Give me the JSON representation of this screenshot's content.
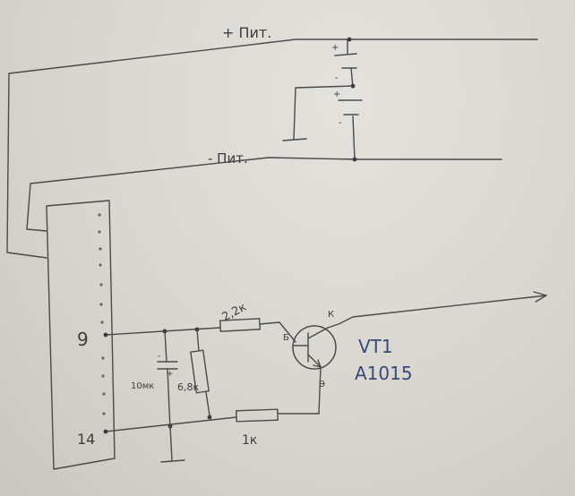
{
  "diagram": {
    "labels": {
      "plus_supply": "+ Пит.",
      "minus_supply": "- Пит.",
      "pin_9": "9",
      "pin_14": "14",
      "r_base": "2,2к",
      "r_div": "6,8к",
      "r_low": "1к",
      "cap": "10мк",
      "transistor_ref": "VT1",
      "transistor_model": "A1015",
      "emitter": "Э",
      "base": "Б",
      "collector": "К"
    },
    "colors": {
      "ink": "#4a4a4a",
      "paper": "#d9d7d0",
      "ink_blue": "#3a4a78"
    }
  }
}
